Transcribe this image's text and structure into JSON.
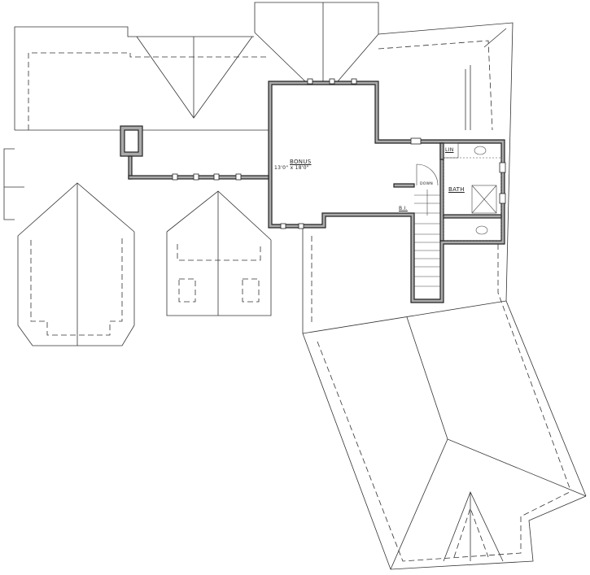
{
  "rooms": {
    "bonus": {
      "name": "BONUS",
      "dimensions": "13'0\" x 18'0\""
    },
    "bath": {
      "name": "BATH"
    },
    "linen": {
      "name": "LIN"
    },
    "built_in": {
      "name": "B.I."
    },
    "stair": {
      "label": "DOWN"
    }
  },
  "colors": {
    "line": "#333333",
    "wall": "#222222",
    "wall_fill": "#aaaaaa"
  }
}
